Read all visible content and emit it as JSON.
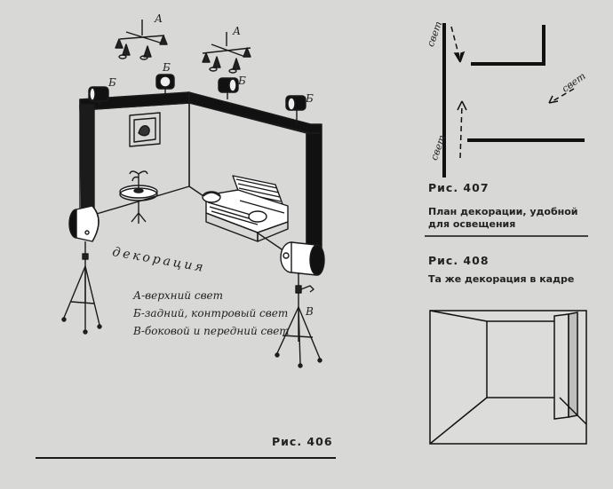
{
  "figures": {
    "fig406": {
      "caption": "Рис. 406",
      "decoration_label": "декорация",
      "lamp_labels": {
        "a": "А",
        "b": "Б",
        "v": "В"
      },
      "legend": [
        "А-верхний свет",
        "Б-задний, контровый свет",
        "В-боковой и передний свет"
      ]
    },
    "fig407": {
      "caption": "Рис. 407",
      "title": "План декорации, удобной для освещения",
      "light_label": "свет"
    },
    "fig408": {
      "caption": "Рис. 408",
      "title": "Та же декорация в кадре"
    }
  }
}
